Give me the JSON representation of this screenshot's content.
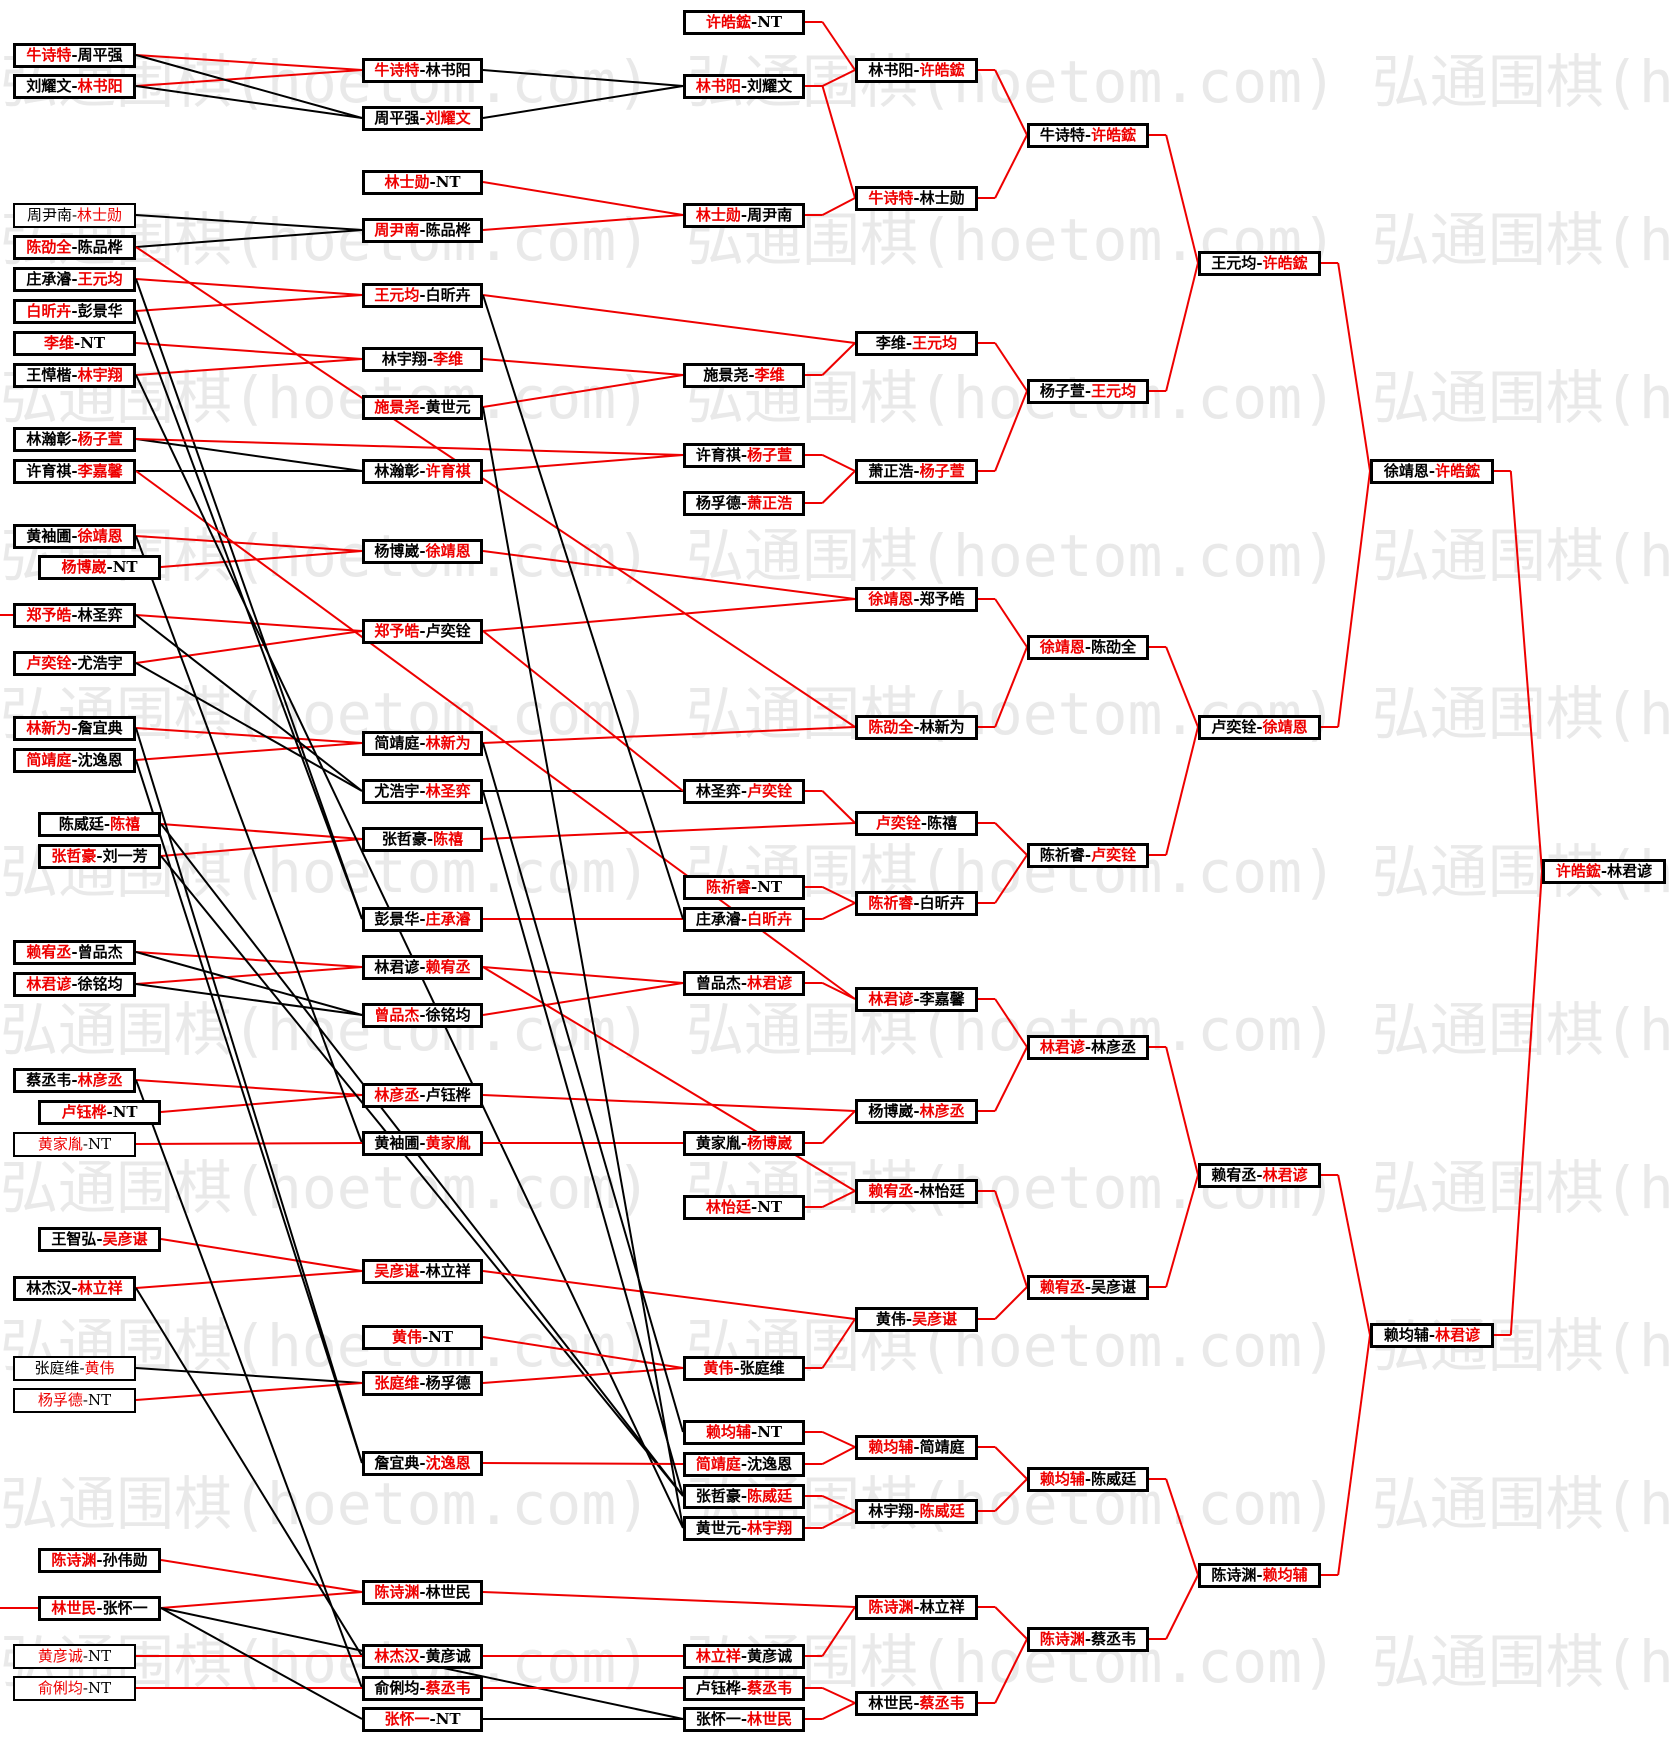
{
  "watermark": "弘通围棋(hoetom.com)",
  "colors": {
    "winner": "#ee0000",
    "loser": "#000000",
    "box_border": "#000000"
  },
  "bracket": {
    "round1": [
      {
        "id": "r1_1",
        "p1": "牛诗特",
        "p2": "周平强",
        "winner": 1
      },
      {
        "id": "r1_2",
        "p1": "刘耀文",
        "p2": "林书阳",
        "winner": 2
      },
      {
        "id": "r1_3",
        "p1": "周尹南",
        "p2": "林士勋",
        "winner": 2
      },
      {
        "id": "r1_4",
        "p1": "陈劭全",
        "p2": "陈品桦",
        "winner": 1
      },
      {
        "id": "r1_5",
        "p1": "庄承濬",
        "p2": "王元均",
        "winner": 2
      },
      {
        "id": "r1_6",
        "p1": "白昕卉",
        "p2": "彭景华",
        "winner": 1
      },
      {
        "id": "r1_7",
        "p1": "李维",
        "p2": "NT",
        "winner": 1
      },
      {
        "id": "r1_8",
        "p1": "王愺楷",
        "p2": "林宇翔",
        "winner": 2
      },
      {
        "id": "r1_9",
        "p1": "林瀚彰",
        "p2": "杨子萱",
        "winner": 2
      },
      {
        "id": "r1_10",
        "p1": "许育祺",
        "p2": "李嘉馨",
        "winner": 2
      },
      {
        "id": "r1_11",
        "p1": "黄袖圃",
        "p2": "徐靖恩",
        "winner": 2
      },
      {
        "id": "r1_12",
        "p1": "杨博崴",
        "p2": "NT",
        "winner": 1
      },
      {
        "id": "r1_13",
        "p1": "郑予皓",
        "p2": "林圣弈",
        "winner": 1
      },
      {
        "id": "r1_14",
        "p1": "卢奕铨",
        "p2": "尤浩宇",
        "winner": 1
      },
      {
        "id": "r1_15",
        "p1": "林新为",
        "p2": "詹宜典",
        "winner": 1
      },
      {
        "id": "r1_16",
        "p1": "简靖庭",
        "p2": "沈逸恩",
        "winner": 1
      },
      {
        "id": "r1_17",
        "p1": "陈威廷",
        "p2": "陈禧",
        "winner": 2
      },
      {
        "id": "r1_18",
        "p1": "张哲豪",
        "p2": "刘一芳",
        "winner": 1
      },
      {
        "id": "r1_19",
        "p1": "赖宥丞",
        "p2": "曾品杰",
        "winner": 1
      },
      {
        "id": "r1_20",
        "p1": "林君谚",
        "p2": "徐铭均",
        "winner": 1
      },
      {
        "id": "r1_21",
        "p1": "蔡丞韦",
        "p2": "林彦丞",
        "winner": 2
      },
      {
        "id": "r1_22",
        "p1": "卢钰桦",
        "p2": "NT",
        "winner": 1
      },
      {
        "id": "r1_23",
        "p1": "黄家胤",
        "p2": "NT",
        "winner": 1
      },
      {
        "id": "r1_24",
        "p1": "王智弘",
        "p2": "吴彦谌",
        "winner": 2
      },
      {
        "id": "r1_25",
        "p1": "林杰汉",
        "p2": "林立祥",
        "winner": 2
      },
      {
        "id": "r1_26",
        "p1": "张庭维",
        "p2": "黄伟",
        "winner": 2
      },
      {
        "id": "r1_27",
        "p1": "杨孚德",
        "p2": "NT",
        "winner": 1
      },
      {
        "id": "r1_28",
        "p1": "陈诗渊",
        "p2": "孙伟勋",
        "winner": 1
      },
      {
        "id": "r1_29",
        "p1": "林世民",
        "p2": "张怀一",
        "winner": 1
      },
      {
        "id": "r1_30",
        "p1": "黄彦诚",
        "p2": "NT",
        "winner": 1
      },
      {
        "id": "r1_31",
        "p1": "俞俐均",
        "p2": "NT",
        "winner": 1
      }
    ],
    "round2": [
      {
        "id": "r2_1",
        "p1": "牛诗特",
        "p2": "林书阳",
        "winner": 1
      },
      {
        "id": "r2_2",
        "p1": "周平强",
        "p2": "刘耀文",
        "winner": 2
      },
      {
        "id": "r2_3",
        "p1": "林士勋",
        "p2": "NT",
        "winner": 1
      },
      {
        "id": "r2_4",
        "p1": "周尹南",
        "p2": "陈品桦",
        "winner": 1
      },
      {
        "id": "r2_5",
        "p1": "王元均",
        "p2": "白昕卉",
        "winner": 1
      },
      {
        "id": "r2_6",
        "p1": "林宇翔",
        "p2": "李维",
        "winner": 2
      },
      {
        "id": "r2_7",
        "p1": "施景尧",
        "p2": "黄世元",
        "winner": 1
      },
      {
        "id": "r2_8",
        "p1": "林瀚彰",
        "p2": "许育祺",
        "winner": 2
      },
      {
        "id": "r2_9",
        "p1": "杨博崴",
        "p2": "徐靖恩",
        "winner": 2
      },
      {
        "id": "r2_10",
        "p1": "郑予皓",
        "p2": "卢奕铨",
        "winner": 1
      },
      {
        "id": "r2_11",
        "p1": "简靖庭",
        "p2": "林新为",
        "winner": 2
      },
      {
        "id": "r2_12",
        "p1": "尤浩宇",
        "p2": "林圣弈",
        "winner": 2
      },
      {
        "id": "r2_13",
        "p1": "张哲豪",
        "p2": "陈禧",
        "winner": 2
      },
      {
        "id": "r2_14",
        "p1": "彭景华",
        "p2": "庄承濬",
        "winner": 2
      },
      {
        "id": "r2_15",
        "p1": "林君谚",
        "p2": "赖宥丞",
        "winner": 2
      },
      {
        "id": "r2_16",
        "p1": "曾品杰",
        "p2": "徐铭均",
        "winner": 1
      },
      {
        "id": "r2_17",
        "p1": "林彦丞",
        "p2": "卢钰桦",
        "winner": 1
      },
      {
        "id": "r2_18",
        "p1": "黄袖圃",
        "p2": "黄家胤",
        "winner": 2
      },
      {
        "id": "r2_19",
        "p1": "吴彦谌",
        "p2": "林立祥",
        "winner": 1
      },
      {
        "id": "r2_20",
        "p1": "黄伟",
        "p2": "NT",
        "winner": 1
      },
      {
        "id": "r2_21",
        "p1": "张庭维",
        "p2": "杨孚德",
        "winner": 1
      },
      {
        "id": "r2_22",
        "p1": "詹宜典",
        "p2": "沈逸恩",
        "winner": 2
      },
      {
        "id": "r2_23",
        "p1": "陈诗渊",
        "p2": "林世民",
        "winner": 1
      },
      {
        "id": "r2_24",
        "p1": "林杰汉",
        "p2": "黄彦诚",
        "winner": 1
      },
      {
        "id": "r2_25",
        "p1": "俞俐均",
        "p2": "蔡丞韦",
        "winner": 2
      },
      {
        "id": "r2_26",
        "p1": "张怀一",
        "p2": "NT",
        "winner": 1
      }
    ],
    "round3": [
      {
        "id": "r3_1",
        "p1": "许皓鋐",
        "p2": "NT",
        "winner": 1
      },
      {
        "id": "r3_2",
        "p1": "林书阳",
        "p2": "刘耀文",
        "winner": 1
      },
      {
        "id": "r3_3",
        "p1": "林士勋",
        "p2": "周尹南",
        "winner": 1
      },
      {
        "id": "r3_4",
        "p1": "施景尧",
        "p2": "李维",
        "winner": 2
      },
      {
        "id": "r3_5",
        "p1": "许育祺",
        "p2": "杨子萱",
        "winner": 2
      },
      {
        "id": "r3_6",
        "p1": "杨孚德",
        "p2": "萧正浩",
        "winner": 2
      },
      {
        "id": "r3_7",
        "p1": "林圣弈",
        "p2": "卢奕铨",
        "winner": 2
      },
      {
        "id": "r3_8",
        "p1": "陈祈睿",
        "p2": "NT",
        "winner": 1
      },
      {
        "id": "r3_9",
        "p1": "庄承濬",
        "p2": "白昕卉",
        "winner": 2
      },
      {
        "id": "r3_10",
        "p1": "曾品杰",
        "p2": "林君谚",
        "winner": 2
      },
      {
        "id": "r3_11",
        "p1": "黄家胤",
        "p2": "杨博崴",
        "winner": 2
      },
      {
        "id": "r3_12",
        "p1": "林怡廷",
        "p2": "NT",
        "winner": 1
      },
      {
        "id": "r3_13",
        "p1": "黄伟",
        "p2": "张庭维",
        "winner": 1
      },
      {
        "id": "r3_14",
        "p1": "赖均辅",
        "p2": "NT",
        "winner": 1
      },
      {
        "id": "r3_15",
        "p1": "简靖庭",
        "p2": "沈逸恩",
        "winner": 1
      },
      {
        "id": "r3_16",
        "p1": "张哲豪",
        "p2": "陈威廷",
        "winner": 2
      },
      {
        "id": "r3_17",
        "p1": "黄世元",
        "p2": "林宇翔",
        "winner": 2
      },
      {
        "id": "r3_18",
        "p1": "林立祥",
        "p2": "黄彦诚",
        "winner": 1
      },
      {
        "id": "r3_19",
        "p1": "卢钰桦",
        "p2": "蔡丞韦",
        "winner": 2
      },
      {
        "id": "r3_20",
        "p1": "张怀一",
        "p2": "林世民",
        "winner": 2
      }
    ],
    "round4": [
      {
        "id": "r4_1",
        "p1": "林书阳",
        "p2": "许皓鋐",
        "winner": 2
      },
      {
        "id": "r4_2",
        "p1": "牛诗特",
        "p2": "林士勋",
        "winner": 1
      },
      {
        "id": "r4_3",
        "p1": "李维",
        "p2": "王元均",
        "winner": 2
      },
      {
        "id": "r4_4",
        "p1": "萧正浩",
        "p2": "杨子萱",
        "winner": 2
      },
      {
        "id": "r4_5",
        "p1": "徐靖恩",
        "p2": "郑予皓",
        "winner": 1
      },
      {
        "id": "r4_6",
        "p1": "陈劭全",
        "p2": "林新为",
        "winner": 1
      },
      {
        "id": "r4_7",
        "p1": "卢奕铨",
        "p2": "陈禧",
        "winner": 1
      },
      {
        "id": "r4_8",
        "p1": "陈祈睿",
        "p2": "白昕卉",
        "winner": 1
      },
      {
        "id": "r4_9",
        "p1": "林君谚",
        "p2": "李嘉馨",
        "winner": 1
      },
      {
        "id": "r4_10",
        "p1": "杨博崴",
        "p2": "林彦丞",
        "winner": 2
      },
      {
        "id": "r4_11",
        "p1": "赖宥丞",
        "p2": "林怡廷",
        "winner": 1
      },
      {
        "id": "r4_12",
        "p1": "黄伟",
        "p2": "吴彦谌",
        "winner": 2
      },
      {
        "id": "r4_13",
        "p1": "赖均辅",
        "p2": "简靖庭",
        "winner": 1
      },
      {
        "id": "r4_14",
        "p1": "林宇翔",
        "p2": "陈威廷",
        "winner": 2
      },
      {
        "id": "r4_15",
        "p1": "陈诗渊",
        "p2": "林立祥",
        "winner": 1
      },
      {
        "id": "r4_16",
        "p1": "林世民",
        "p2": "蔡丞韦",
        "winner": 2
      }
    ],
    "round5": [
      {
        "id": "r5_1",
        "p1": "牛诗特",
        "p2": "许皓鋐",
        "winner": 2
      },
      {
        "id": "r5_2",
        "p1": "杨子萱",
        "p2": "王元均",
        "winner": 2
      },
      {
        "id": "r5_3",
        "p1": "徐靖恩",
        "p2": "陈劭全",
        "winner": 1
      },
      {
        "id": "r5_4",
        "p1": "陈祈睿",
        "p2": "卢奕铨",
        "winner": 2
      },
      {
        "id": "r5_5",
        "p1": "林君谚",
        "p2": "林彦丞",
        "winner": 1
      },
      {
        "id": "r5_6",
        "p1": "赖宥丞",
        "p2": "吴彦谌",
        "winner": 1
      },
      {
        "id": "r5_7",
        "p1": "赖均辅",
        "p2": "陈威廷",
        "winner": 1
      },
      {
        "id": "r5_8",
        "p1": "陈诗渊",
        "p2": "蔡丞韦",
        "winner": 1
      }
    ],
    "round6": [
      {
        "id": "r6_1",
        "p1": "王元均",
        "p2": "许皓鋐",
        "winner": 2
      },
      {
        "id": "r6_2",
        "p1": "卢奕铨",
        "p2": "徐靖恩",
        "winner": 2
      },
      {
        "id": "r6_3",
        "p1": "赖宥丞",
        "p2": "林君谚",
        "winner": 2
      },
      {
        "id": "r6_4",
        "p1": "陈诗渊",
        "p2": "赖均辅",
        "winner": 2
      }
    ],
    "round7": [
      {
        "id": "r7_1",
        "p1": "徐靖恩",
        "p2": "许皓鋐",
        "winner": 2
      },
      {
        "id": "r7_2",
        "p1": "赖均辅",
        "p2": "林君谚",
        "winner": 2
      }
    ],
    "final": [
      {
        "id": "r8_1",
        "p1": "许皓鋐",
        "p2": "林君谚",
        "winner": 1
      }
    ]
  }
}
